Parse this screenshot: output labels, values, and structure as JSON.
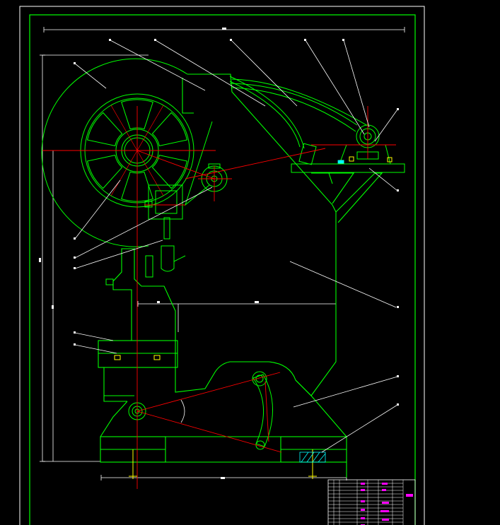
{
  "drawing": {
    "colors": {
      "background": "#000000",
      "outline": "#00ff00",
      "centerline": "#ff0000",
      "dimension": "#ffffff",
      "titleblock_text": "#ff00ff",
      "hatch": "#00ffff",
      "bolt": "#ffff00"
    },
    "callouts": [
      {
        "id": "c1"
      },
      {
        "id": "c2"
      },
      {
        "id": "c3"
      },
      {
        "id": "c4"
      },
      {
        "id": "c5"
      },
      {
        "id": "c6"
      },
      {
        "id": "c7"
      },
      {
        "id": "c8"
      },
      {
        "id": "c9"
      },
      {
        "id": "c10"
      },
      {
        "id": "c11"
      },
      {
        "id": "c12"
      },
      {
        "id": "c13"
      },
      {
        "id": "c14"
      },
      {
        "id": "c15"
      },
      {
        "id": "c16"
      }
    ]
  }
}
